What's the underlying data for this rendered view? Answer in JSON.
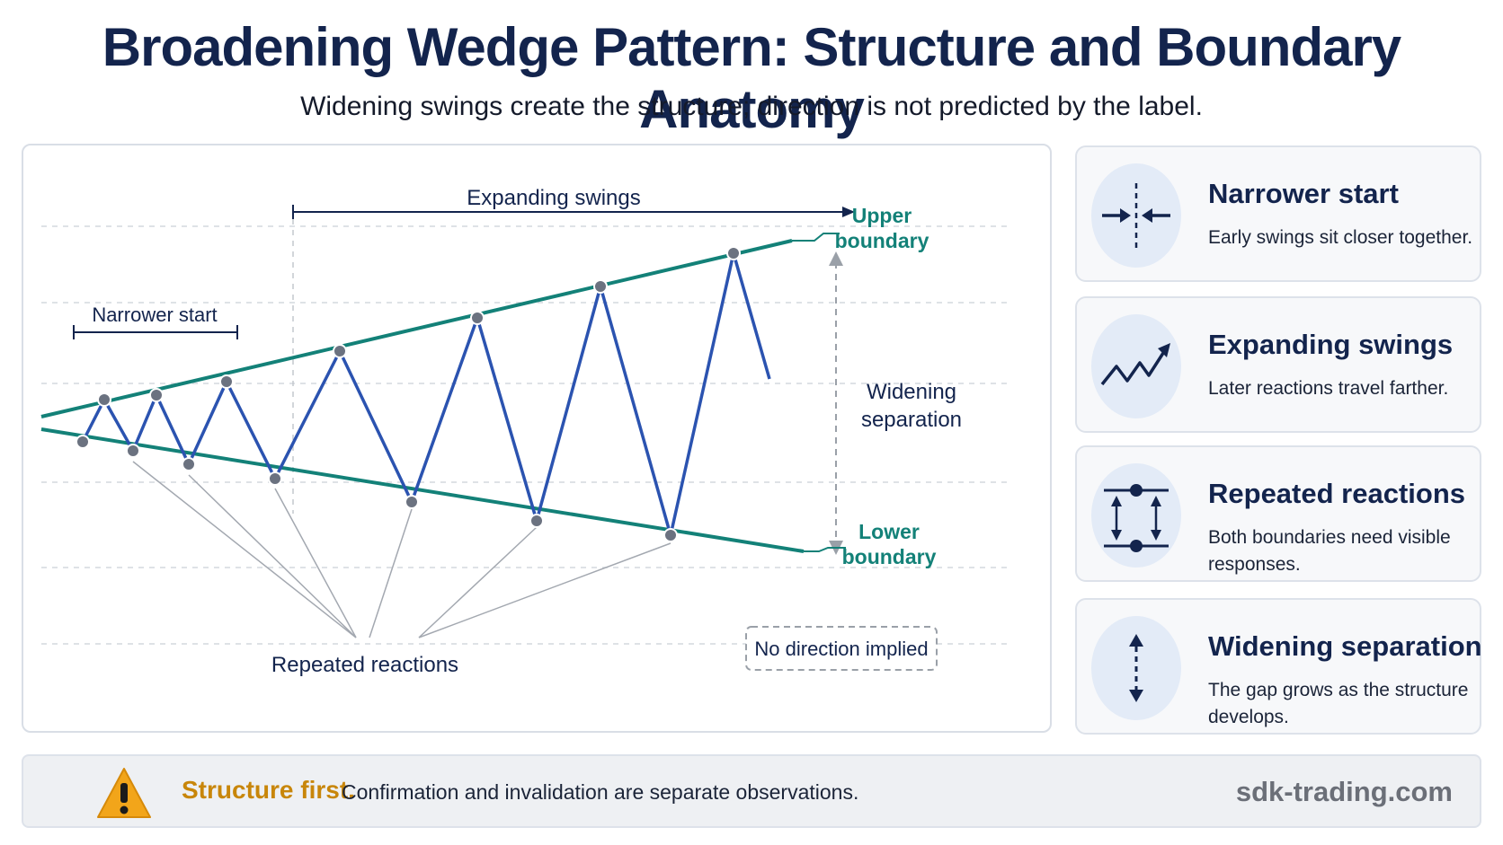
{
  "header": {
    "title": "Broadening Wedge Pattern: Structure and Boundary Anatomy",
    "subtitle": "Widening swings create the structure; direction is not predicted by the label."
  },
  "diagram": {
    "labels": {
      "expanding_swings": "Expanding swings",
      "narrower_start": "Narrower start",
      "upper_boundary_line1": "Upper",
      "upper_boundary_line2": "boundary",
      "lower_boundary_line1": "Lower",
      "lower_boundary_line2": "boundary",
      "widening_line1": "Widening",
      "widening_line2": "separation",
      "repeated_reactions": "Repeated reactions",
      "no_direction": "No direction implied"
    },
    "colors": {
      "boundary": "#138178",
      "price": "#2b53b0",
      "touch_point": "#6b7280",
      "label_dark": "#13244d",
      "boundary_label": "#138178"
    }
  },
  "cards": [
    {
      "title": "Narrower start",
      "text": "Early swings sit closer together.",
      "icon": "converging-arrows-icon"
    },
    {
      "title": "Expanding swings",
      "text": "Later reactions travel farther.",
      "icon": "zigzag-up-arrow-icon"
    },
    {
      "title": "Repeated reactions",
      "text": "Both boundaries need visible responses.",
      "icon": "bounce-arrows-icon"
    },
    {
      "title": "Widening separation",
      "text": "The gap grows as the structure develops.",
      "icon": "vertical-gap-icon"
    }
  ],
  "footer": {
    "lead": "Structure first.",
    "message": "Confirmation and invalidation are separate observations.",
    "site": "sdk-trading.com",
    "icon": "warning-icon"
  }
}
